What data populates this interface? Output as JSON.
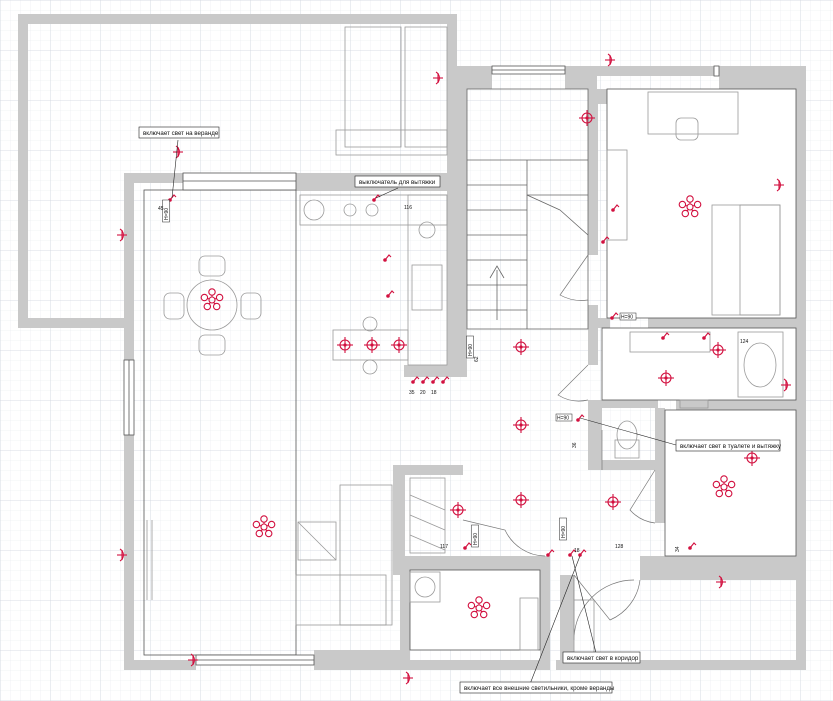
{
  "annotations": {
    "veranda_light": "включает свет на веранде",
    "hood": "выключатель для вытяжки",
    "toilet_light": "включает свет в туалете и вытяжку",
    "corridor_light": "включает свет в коридор",
    "all_outdoor": "включает все внешние светильники, кроме веранды"
  },
  "heights": {
    "h90_a": "H=90",
    "h90_b": "H=90",
    "h90_c": "H=90",
    "h90_d": "H=90",
    "h90_e": "H=90",
    "h90_f": "H=90"
  },
  "dimensions": {
    "d45": "45",
    "d116": "116",
    "d35": "35",
    "d20": "20",
    "d18": "18",
    "d62": "62",
    "d36": "36",
    "d124": "124",
    "d117": "117",
    "d128": "128",
    "d34": "34",
    "d18b": "18"
  },
  "colors": {
    "electric": "#d2103f",
    "wall": "#333333",
    "wall_fill": "#c9c9c9",
    "furniture": "#9a9a9a",
    "grid_minor": "#e6e9ee",
    "grid_major": "#cfd5de"
  }
}
